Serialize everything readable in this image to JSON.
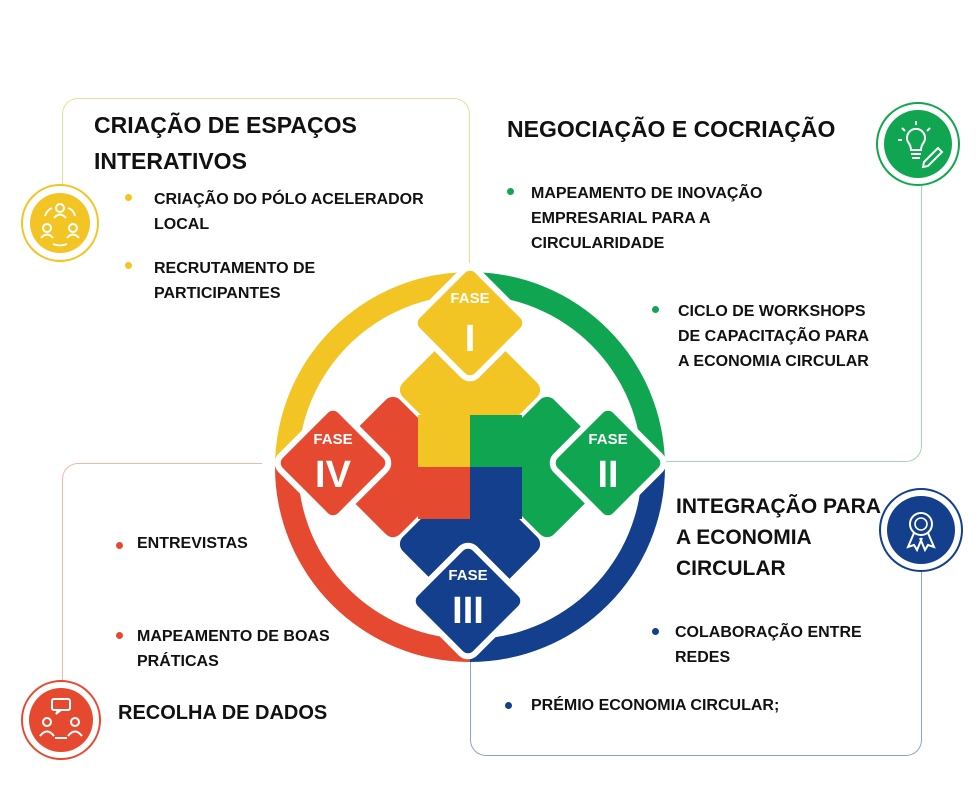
{
  "colors": {
    "yellow": "#F2C524",
    "green": "#10A651",
    "blue": "#133F8C",
    "red": "#E54A31"
  },
  "icons": {
    "top_left": "people-cycle-icon",
    "top_right": "lightbulb-pencil-icon",
    "right": "award-ribbon-icon",
    "bottom_left": "chat-people-icon"
  },
  "quadrants": {
    "top_left": {
      "title_lines": [
        "CRIAÇÃO DE ESPAÇOS",
        "INTERATIVOS"
      ],
      "items": [
        {
          "lines": [
            "CRIAÇÃO DO PÓLO ACELERADOR",
            "LOCAL"
          ]
        },
        {
          "lines": [
            "RECRUTAMENTO DE",
            "PARTICIPANTES"
          ]
        }
      ]
    },
    "top_right": {
      "title": "NEGOCIAÇÃO E COCRIAÇÃO",
      "items": [
        {
          "lines": [
            "MAPEAMENTO DE INOVAÇÃO",
            "EMPRESARIAL PARA A",
            "CIRCULARIDADE"
          ]
        },
        {
          "lines": [
            "CICLO DE WORKSHOPS",
            "DE CAPACITAÇÃO PARA",
            "A ECONOMIA CIRCULAR"
          ]
        }
      ]
    },
    "bottom_right": {
      "title_lines": [
        "INTEGRAÇÃO PARA",
        "A ECONOMIA",
        "CIRCULAR"
      ],
      "items": [
        {
          "lines": [
            "COLABORAÇÃO ENTRE",
            "REDES"
          ]
        },
        {
          "lines": [
            "PRÉMIO ECONOMIA CIRCULAR;"
          ]
        }
      ]
    },
    "bottom_left": {
      "title": "RECOLHA DE DADOS",
      "items": [
        {
          "lines": [
            "ENTREVISTAS"
          ]
        },
        {
          "lines": [
            "MAPEAMENTO DE BOAS",
            "PRÁTICAS"
          ]
        }
      ]
    }
  },
  "phases": {
    "word": "FASE",
    "I": "I",
    "II": "II",
    "III": "III",
    "IV": "IV"
  }
}
